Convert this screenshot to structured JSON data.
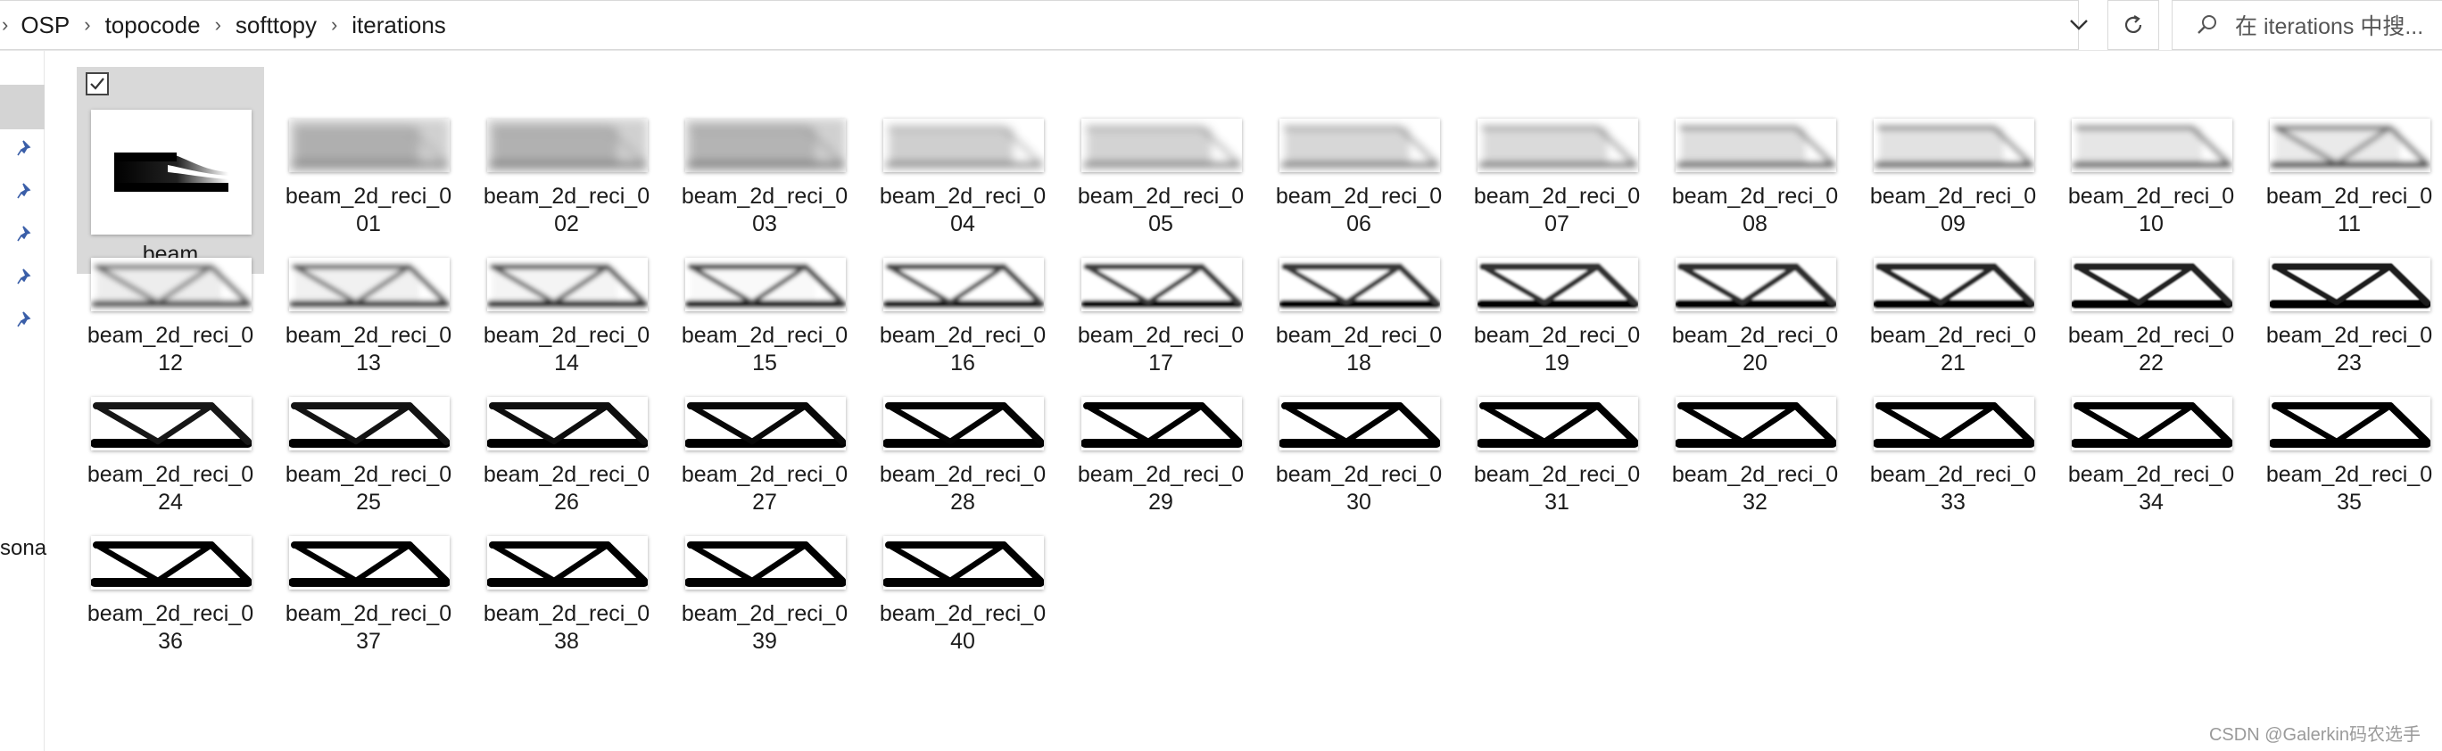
{
  "address_bar": {
    "lead_separator": "›",
    "breadcrumb": [
      "OSP",
      "topocode",
      "softtopy",
      "iterations"
    ],
    "separator": "›"
  },
  "search": {
    "placeholder": "在 iterations 中搜..."
  },
  "nav_pane": {
    "partial_label": "sona",
    "pinned_count": 5
  },
  "folder_items": {
    "first": {
      "name": "beam",
      "checked": true
    },
    "iterations": [
      [
        "beam_2d_reci_0",
        "01"
      ],
      [
        "beam_2d_reci_0",
        "02"
      ],
      [
        "beam_2d_reci_0",
        "03"
      ],
      [
        "beam_2d_reci_0",
        "04"
      ],
      [
        "beam_2d_reci_0",
        "05"
      ],
      [
        "beam_2d_reci_0",
        "06"
      ],
      [
        "beam_2d_reci_0",
        "07"
      ],
      [
        "beam_2d_reci_0",
        "08"
      ],
      [
        "beam_2d_reci_0",
        "09"
      ],
      [
        "beam_2d_reci_0",
        "10"
      ],
      [
        "beam_2d_reci_0",
        "11"
      ],
      [
        "beam_2d_reci_0",
        "12"
      ],
      [
        "beam_2d_reci_0",
        "13"
      ],
      [
        "beam_2d_reci_0",
        "14"
      ],
      [
        "beam_2d_reci_0",
        "15"
      ],
      [
        "beam_2d_reci_0",
        "16"
      ],
      [
        "beam_2d_reci_0",
        "17"
      ],
      [
        "beam_2d_reci_0",
        "18"
      ],
      [
        "beam_2d_reci_0",
        "19"
      ],
      [
        "beam_2d_reci_0",
        "20"
      ],
      [
        "beam_2d_reci_0",
        "21"
      ],
      [
        "beam_2d_reci_0",
        "22"
      ],
      [
        "beam_2d_reci_0",
        "23"
      ],
      [
        "beam_2d_reci_0",
        "24"
      ],
      [
        "beam_2d_reci_0",
        "25"
      ],
      [
        "beam_2d_reci_0",
        "26"
      ],
      [
        "beam_2d_reci_0",
        "27"
      ],
      [
        "beam_2d_reci_0",
        "28"
      ],
      [
        "beam_2d_reci_0",
        "29"
      ],
      [
        "beam_2d_reci_0",
        "30"
      ],
      [
        "beam_2d_reci_0",
        "31"
      ],
      [
        "beam_2d_reci_0",
        "32"
      ],
      [
        "beam_2d_reci_0",
        "33"
      ],
      [
        "beam_2d_reci_0",
        "34"
      ],
      [
        "beam_2d_reci_0",
        "35"
      ],
      [
        "beam_2d_reci_0",
        "36"
      ],
      [
        "beam_2d_reci_0",
        "37"
      ],
      [
        "beam_2d_reci_0",
        "38"
      ],
      [
        "beam_2d_reci_0",
        "39"
      ],
      [
        "beam_2d_reci_0",
        "40"
      ]
    ]
  },
  "watermark": "CSDN @Galerkin码农选手",
  "icons": {
    "dropdown": "chevron-down-icon",
    "refresh": "refresh-icon",
    "search": "search-icon",
    "pin": "pin-icon",
    "checkbox": "checkbox-checked-icon"
  },
  "colors": {
    "selected_tile": "#d9d9d9",
    "nav_selected": "#d4d4d4"
  }
}
